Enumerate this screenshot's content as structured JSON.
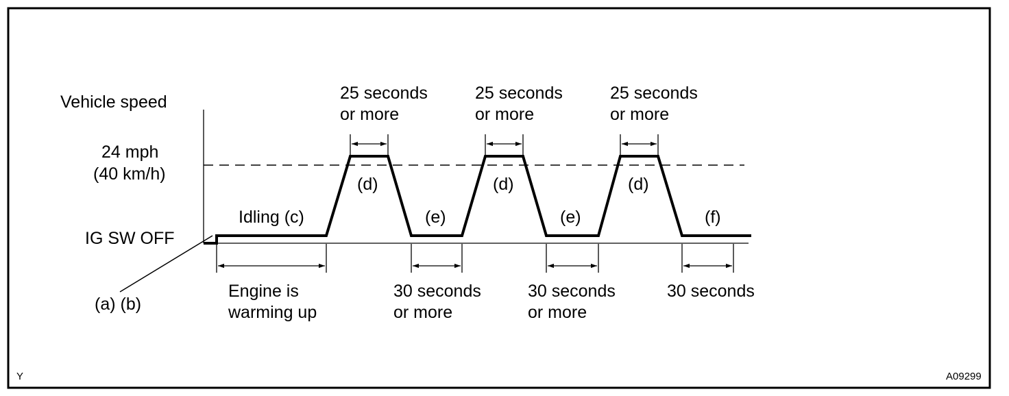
{
  "axis": {
    "y_label": "Vehicle speed",
    "speed_level_line1": "24 mph",
    "speed_level_line2": "(40 km/h)",
    "baseline_label": "IG SW OFF"
  },
  "steps": {
    "ab": "(a) (b)",
    "c": "Idling (c)",
    "d1": "(d)",
    "d2": "(d)",
    "d3": "(d)",
    "e1": "(e)",
    "e2": "(e)",
    "f": "(f)"
  },
  "durations": {
    "high_line1": "25 seconds",
    "high_line2": "or more",
    "low_line1": "30 seconds",
    "low_line2": "or more",
    "final": "30 seconds",
    "warmup_line1": "Engine is",
    "warmup_line2": "warming up"
  },
  "corner": {
    "left": "Y",
    "right": "A09299"
  }
}
